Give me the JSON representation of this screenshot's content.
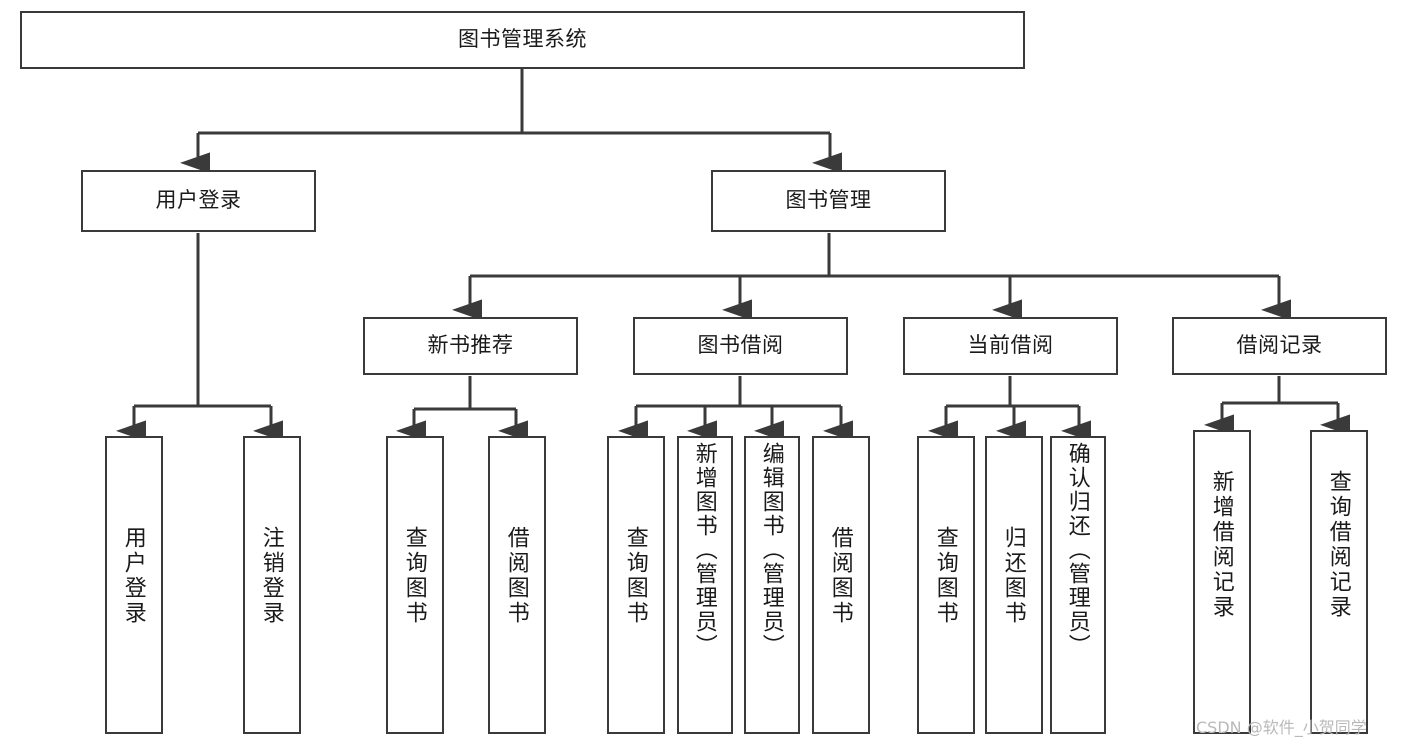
{
  "diagram": {
    "type": "tree-hierarchy",
    "title": "图书管理系统",
    "watermark": "CSDN @软件_小贺同学",
    "colors": {
      "stroke": "#3a3a3a",
      "fill": "#ffffff",
      "text": "#1a1a1a",
      "watermark": "#b9b9b9"
    },
    "nodes": {
      "root": {
        "label": "图书管理系统"
      },
      "level2": [
        {
          "id": "user-login",
          "label": "用户登录"
        },
        {
          "id": "book-management",
          "label": "图书管理"
        }
      ],
      "level3": [
        {
          "id": "new-book-recommend",
          "label": "新书推荐"
        },
        {
          "id": "book-borrow",
          "label": "图书借阅"
        },
        {
          "id": "current-borrow",
          "label": "当前借阅"
        },
        {
          "id": "borrow-record",
          "label": "借阅记录"
        }
      ],
      "leaves": {
        "user-login": [
          {
            "id": "leaf-user-login",
            "label": "用户登录"
          },
          {
            "id": "leaf-logout",
            "label": "注销登录"
          }
        ],
        "new-book-recommend": [
          {
            "id": "leaf-query-book-1",
            "label": "查询图书"
          },
          {
            "id": "leaf-borrow-book-1",
            "label": "借阅图书"
          }
        ],
        "book-borrow": [
          {
            "id": "leaf-query-book-2",
            "label": "查询图书"
          },
          {
            "id": "leaf-add-book",
            "label": "新增图书（管理员）"
          },
          {
            "id": "leaf-edit-book",
            "label": "编辑图书（管理员）"
          },
          {
            "id": "leaf-borrow-book-2",
            "label": "借阅图书"
          }
        ],
        "current-borrow": [
          {
            "id": "leaf-query-book-3",
            "label": "查询图书"
          },
          {
            "id": "leaf-return-book",
            "label": "归还图书"
          },
          {
            "id": "leaf-confirm-return",
            "label": "确认归还（管理员）"
          }
        ],
        "borrow-record": [
          {
            "id": "leaf-add-record",
            "label": "新增借阅记录"
          },
          {
            "id": "leaf-query-record",
            "label": "查询借阅记录"
          }
        ]
      }
    }
  }
}
